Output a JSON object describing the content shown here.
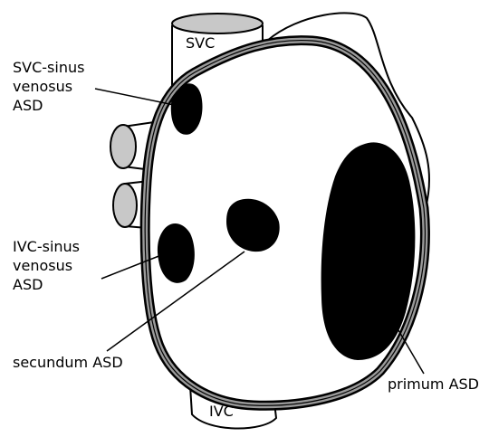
{
  "labels": {
    "svc": "SVC",
    "ivc": "IVC",
    "svc_sinus": [
      "SVC-sinus",
      "venosus",
      "ASD"
    ],
    "ivc_sinus": [
      "IVC-sinus",
      "venosus",
      "ASD"
    ],
    "secundum": "secundum ASD",
    "primum": "primum ASD"
  },
  "colors": {
    "outline": "#000000",
    "septum_ring": "#9a9a9a",
    "defect": "#000000",
    "vessel_fill": "#ffffff",
    "pulmonary_vein_fill": "#c8c8c8"
  }
}
